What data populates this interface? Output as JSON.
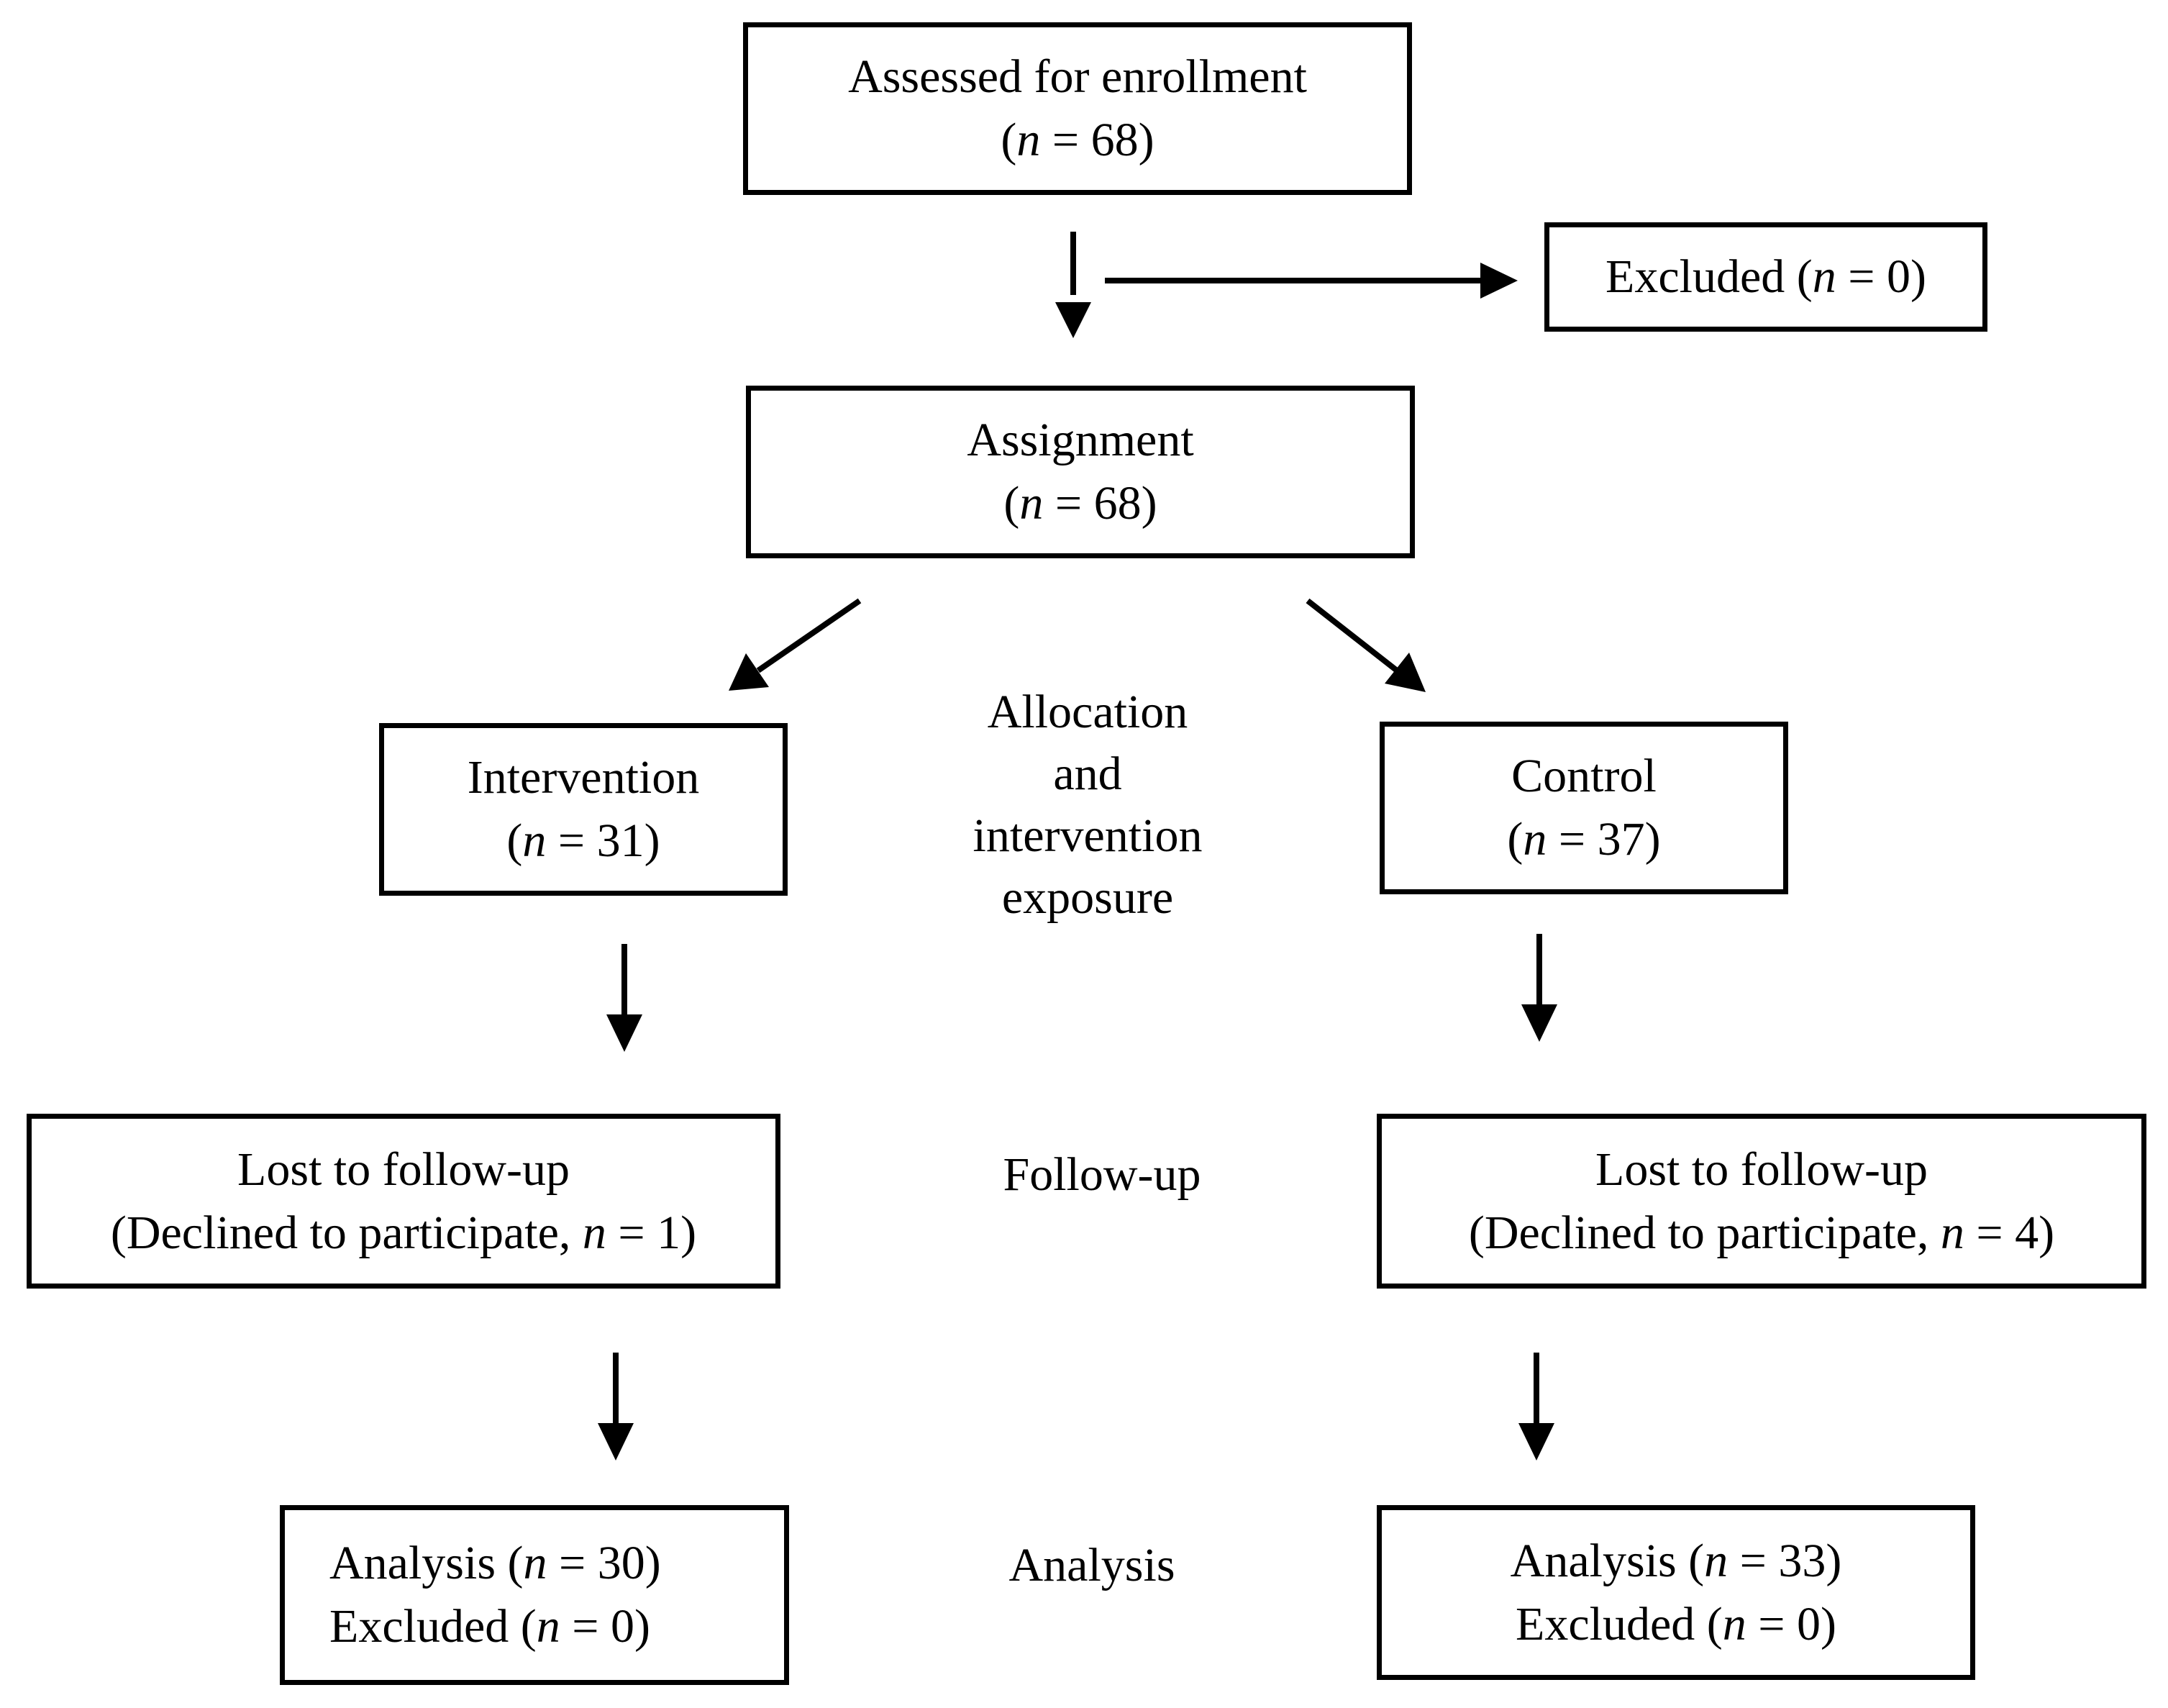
{
  "nodes": {
    "enrollment": {
      "line1": "Assessed for enrollment",
      "line2_pre": "(",
      "n": "n",
      "line2_post": " = 68)"
    },
    "excluded_top": {
      "pre": "Excluded (",
      "n": "n",
      "post": " = 0)"
    },
    "assignment": {
      "line1": "Assignment",
      "line2_pre": "(",
      "n": "n",
      "line2_post": " = 68)"
    },
    "intervention": {
      "line1": "Intervention",
      "line2_pre": "(",
      "n": "n",
      "line2_post": " = 31)"
    },
    "control": {
      "line1": "Control",
      "line2_pre": "(",
      "n": "n",
      "line2_post": " = 37)"
    },
    "lost_intervention": {
      "line1": "Lost to follow-up",
      "line2_pre": "(Declined to participate, ",
      "n": "n",
      "line2_post": " = 1)"
    },
    "lost_control": {
      "line1": "Lost to follow-up",
      "line2_pre": "(Declined to participate, ",
      "n": "n",
      "line2_post": " = 4)"
    },
    "analysis_intervention": {
      "line1_pre": "Analysis (",
      "line1_n": "n",
      "line1_post": " = 30)",
      "line2_pre": "Excluded (",
      "line2_n": "n",
      "line2_post": " = 0)"
    },
    "analysis_control": {
      "line1_pre": "Analysis (",
      "line1_n": "n",
      "line1_post": " = 33)",
      "line2_pre": "Excluded (",
      "line2_n": "n",
      "line2_post": " = 0)"
    }
  },
  "stages": {
    "allocation": [
      "Allocation",
      "and",
      "intervention",
      "exposure"
    ],
    "followup": "Follow-up",
    "analysis": "Analysis"
  },
  "colors": {
    "stroke": "#000000",
    "background": "#ffffff"
  }
}
